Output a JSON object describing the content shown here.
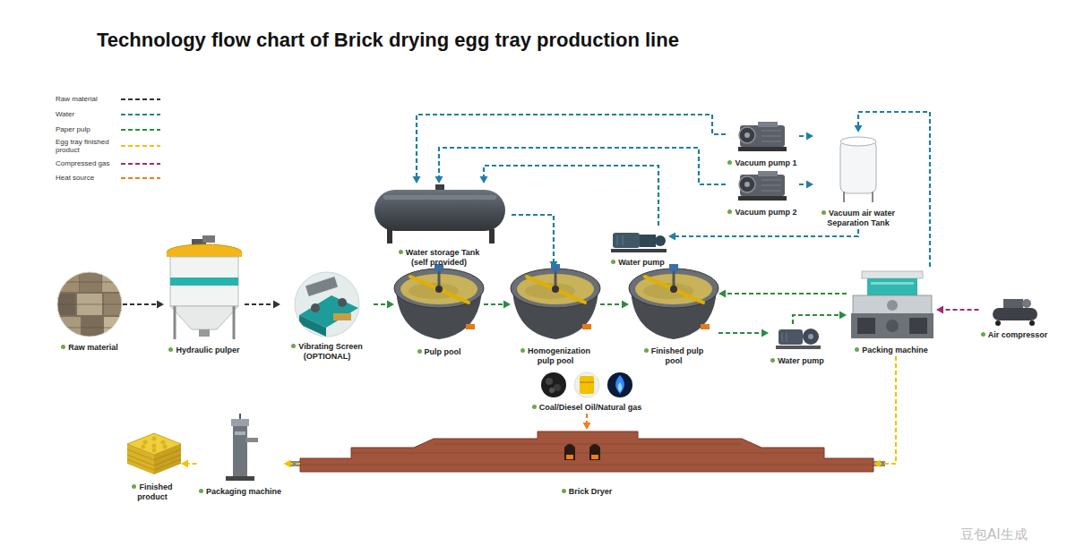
{
  "diagram": {
    "title": "Technology flow chart of Brick drying egg tray production line",
    "nodes": [
      {
        "text": [
          "Raw material"
        ]
      },
      {
        "text": [
          "Hydraulic pulper"
        ]
      },
      {
        "text": [
          "Vibrating Screen (OPTIONAL)"
        ]
      },
      {
        "text": [
          "Pulp pool"
        ]
      },
      {
        "text": [
          "Homogenization pulp pool"
        ]
      },
      {
        "text": [
          "Finished pulp pool"
        ]
      },
      {
        "text": [
          "Water pump"
        ]
      },
      {
        "text": [
          "Packing machine"
        ]
      },
      {
        "text": [
          "Air compressor"
        ]
      },
      {
        "text": [
          "Water storage Tank (self provided)"
        ]
      },
      {
        "text": [
          "Water pump"
        ]
      },
      {
        "text": [
          "Vacuum pump 1"
        ]
      },
      {
        "text": [
          "Vacuum pump 2"
        ]
      },
      {
        "text": [
          "Vacuum air water Separation Tank"
        ]
      },
      {
        "text": [
          "Coal/Diesel Oil/Natural gas"
        ]
      },
      {
        "text": [
          "Brick Dryer"
        ]
      },
      {
        "text": [
          "Packaging machine"
        ]
      },
      {
        "text": [
          "Finished product"
        ]
      }
    ],
    "edges": [
      {
        "from": 0,
        "to": 1,
        "arrow": "to"
      },
      {
        "from": 1,
        "to": 2,
        "arrow": "to"
      },
      {
        "from": 2,
        "to": 3,
        "arrow": "to"
      },
      {
        "from": 3,
        "to": 4,
        "arrow": "to"
      },
      {
        "from": 4,
        "to": 5,
        "arrow": "to"
      },
      {
        "from": 5,
        "to": 6,
        "arrow": "to"
      },
      {
        "from": 6,
        "to": 7,
        "arrow": "to"
      },
      {
        "from": 7,
        "to": 5,
        "arrow": "to"
      },
      {
        "from": 9,
        "to": 4,
        "arrow": "to"
      },
      {
        "from": 11,
        "to": 9,
        "arrow": "to"
      },
      {
        "from": 12,
        "to": 9,
        "arrow": "to"
      },
      {
        "from": 10,
        "to": 9,
        "arrow": "to"
      },
      {
        "from": 11,
        "to": 13,
        "arrow": "to"
      },
      {
        "from": 12,
        "to": 13,
        "arrow": "to"
      },
      {
        "from": 13,
        "to": 10,
        "arrow": "to"
      },
      {
        "from": 7,
        "to": 13,
        "arrow": "to"
      },
      {
        "from": 8,
        "to": 7,
        "arrow": "to"
      },
      {
        "from": 7,
        "to": 15,
        "arrow": "to"
      },
      {
        "from": 15,
        "to": 16,
        "arrow": "to"
      },
      {
        "from": 16,
        "to": 17,
        "arrow": "to"
      },
      {
        "from": 14,
        "to": 15,
        "arrow": "to"
      }
    ],
    "labels": [
      "豆包AI生成"
    ],
    "legend": [
      {
        "text": "Raw material",
        "color": "#333333"
      },
      {
        "text": "Water",
        "color": "#1f7fa6"
      },
      {
        "text": "Paper pulp",
        "color": "#2e8b3e"
      },
      {
        "text": "Egg tray finished product",
        "color": "#f2c200"
      },
      {
        "text": "Compressed gas",
        "color": "#9b2d6e"
      },
      {
        "text": "Heat source",
        "color": "#f07d1a"
      }
    ]
  }
}
